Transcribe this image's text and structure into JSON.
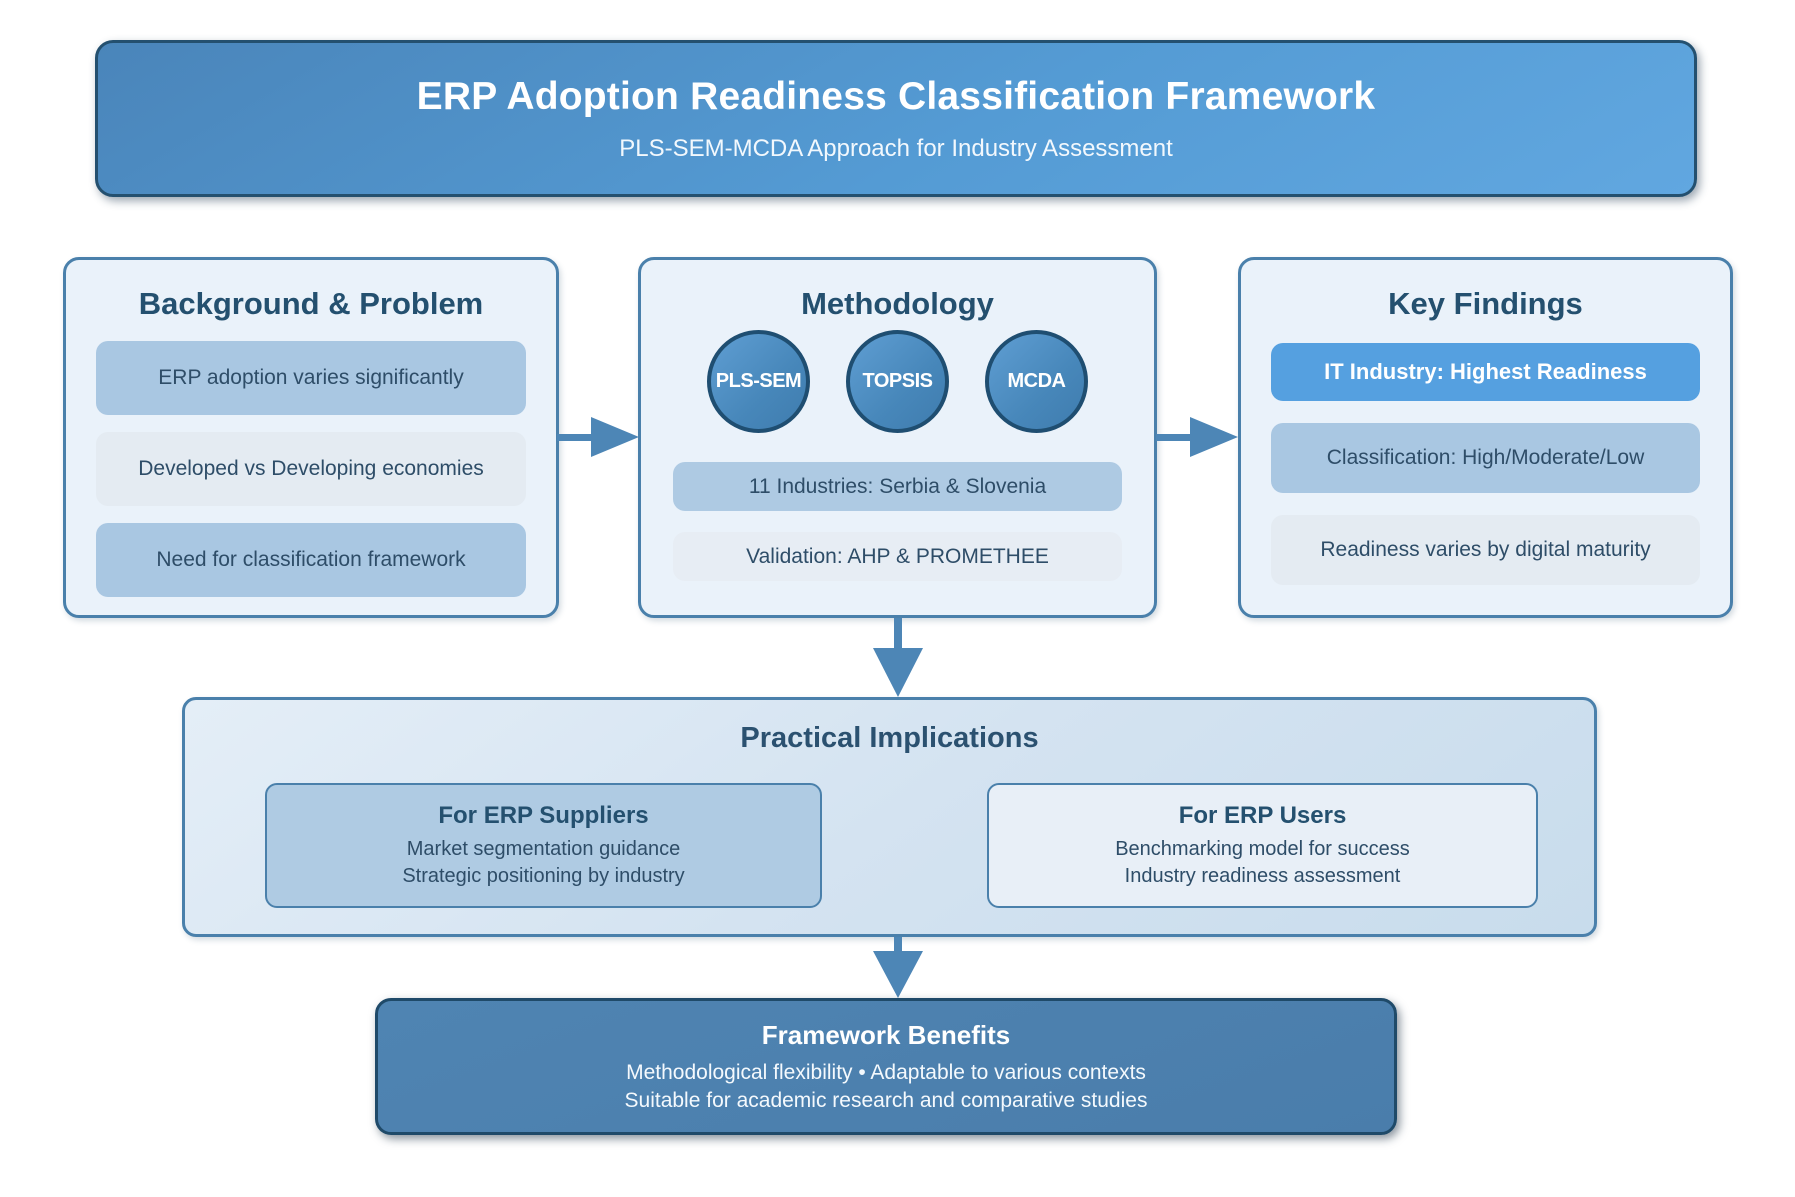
{
  "banner": {
    "title": "ERP Adoption Readiness Classification Framework",
    "subtitle": "PLS-SEM-MCDA Approach for Industry Assessment"
  },
  "background_problem": {
    "title": "Background & Problem",
    "items": [
      {
        "label": "ERP adoption varies significantly",
        "variant": "medium"
      },
      {
        "label": "Developed vs Developing economies",
        "variant": "light"
      },
      {
        "label": "Need for classification framework",
        "variant": "medium"
      }
    ]
  },
  "methodology": {
    "title": "Methodology",
    "circles": [
      "PLS-SEM",
      "TOPSIS",
      "MCDA"
    ],
    "bars": [
      {
        "label": "11 Industries: Serbia & Slovenia",
        "variant": "medium"
      },
      {
        "label": "Validation: AHP & PROMETHEE",
        "variant": "light"
      }
    ]
  },
  "key_findings": {
    "title": "Key Findings",
    "items": [
      {
        "label": "IT Industry: Highest Readiness",
        "variant": "highlight"
      },
      {
        "label": "Classification: High/Moderate/Low",
        "variant": "medium"
      },
      {
        "label": "Readiness varies by digital maturity",
        "variant": "light"
      }
    ]
  },
  "practical_implications": {
    "title": "Practical Implications",
    "suppliers": {
      "title": "For ERP Suppliers",
      "lines": [
        "Market segmentation guidance",
        "Strategic positioning by industry"
      ]
    },
    "users": {
      "title": "For ERP Users",
      "lines": [
        "Benchmarking model for success",
        "Industry readiness assessment"
      ]
    }
  },
  "framework_benefits": {
    "title": "Framework Benefits",
    "lines": [
      "Methodological flexibility • Adaptable to various contexts",
      "Suitable for academic research and comparative studies"
    ]
  },
  "colors": {
    "banner_blue_top": "#4a85ba",
    "banner_blue_bottom": "#61a7e0",
    "panel_light": "#eaf2fa",
    "item_medium": "#a9c7e2",
    "item_light": "#e4ebf2",
    "highlight_blue": "#55a0e0",
    "circle_blue": "#4787ba",
    "arrow_blue": "#4d86b6",
    "benefits_bg": "#4a7dab",
    "dark_navy_text": "#24506f",
    "border_steel_blue": "#4a80ab"
  }
}
